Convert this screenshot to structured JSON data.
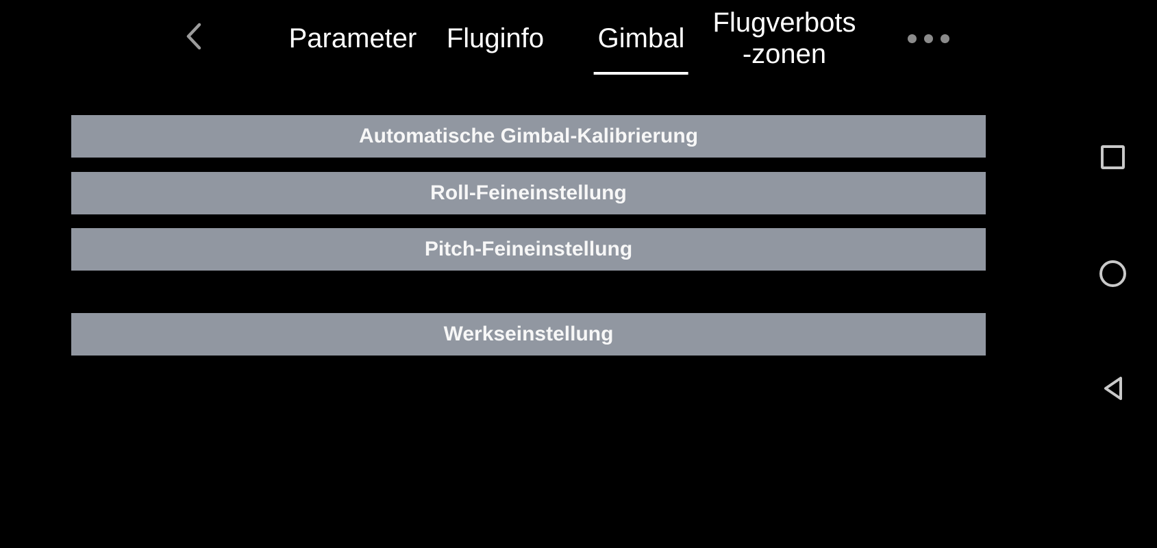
{
  "header": {
    "tabs": [
      {
        "label": "Parameter",
        "active": false
      },
      {
        "label": "Fluginfo",
        "active": false
      },
      {
        "label": "Gimbal",
        "active": true
      },
      {
        "label_top": "Flugverbots",
        "label_bottom": "-zonen",
        "active": false
      }
    ]
  },
  "buttons": [
    "Automatische Gimbal-Kalibrierung",
    "Roll-Feineinstellung",
    "Pitch-Feineinstellung",
    "Werkseinstellung"
  ],
  "icons": {
    "back": "chevron-left",
    "more": "ellipsis-three-dots",
    "nav_recents": "square-outline",
    "nav_home": "circle-outline",
    "nav_back": "triangle-left-outline"
  },
  "colors": {
    "background": "#000000",
    "button_bg": "#9197A1",
    "button_text": "#F7F7F7",
    "tab_text": "#FFFFFF",
    "tab_underline": "#FFFFFF",
    "nav_icon": "#C9C9C9",
    "muted_icon": "#8B8B8B",
    "back_icon": "#9C9C9C"
  }
}
